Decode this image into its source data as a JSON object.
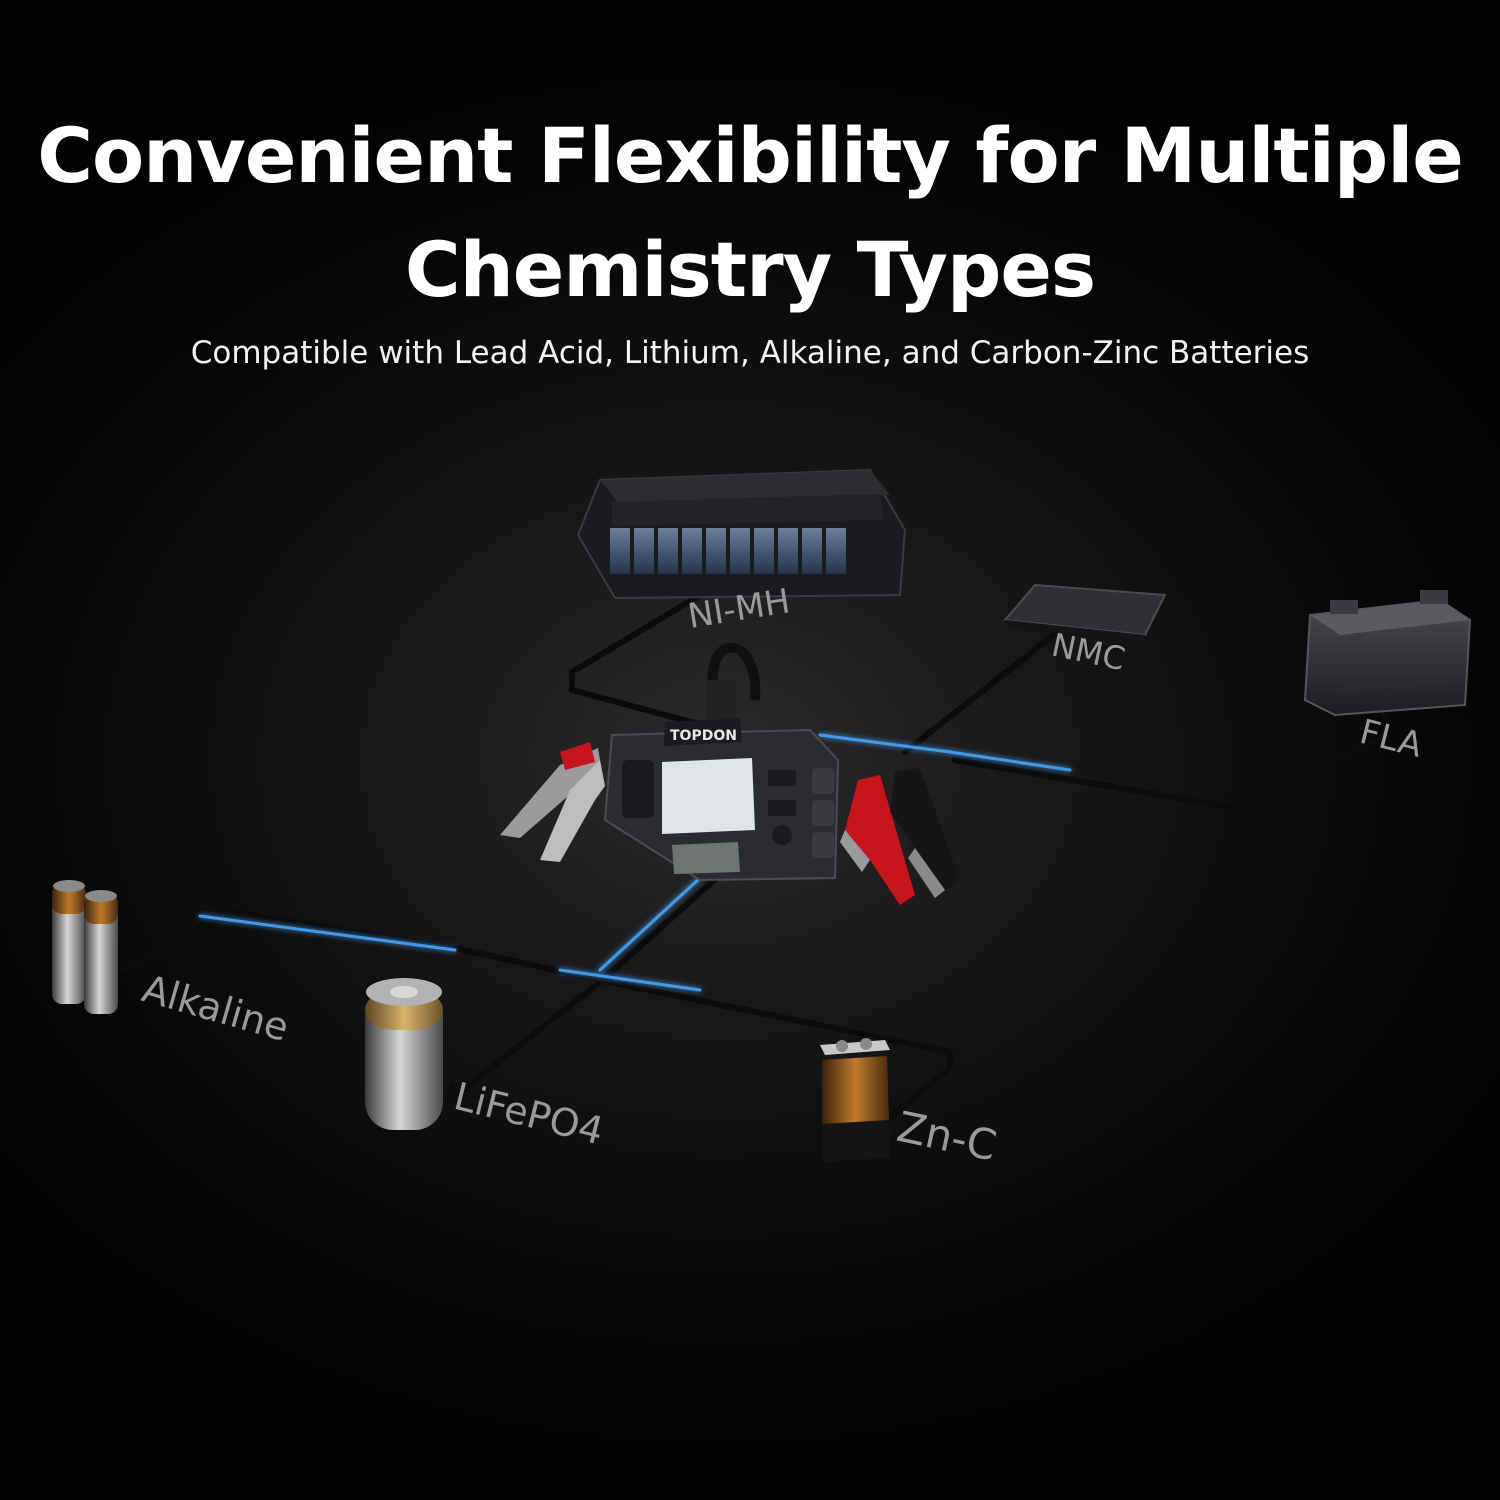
{
  "header": {
    "title_line1": "Convenient Flexibility for Multiple",
    "title_line2": "Chemistry Types",
    "subtitle": "Compatible with Lead Acid, Lithium, Alkaline, and Carbon-Zinc Batteries"
  },
  "device": {
    "brand": "TOPDON"
  },
  "battery_labels": {
    "nimh": "NI-MH",
    "nmc": "NMC",
    "fla": "FLA",
    "alkaline": "Alkaline",
    "lifepo4": "LiFePO4",
    "znc": "Zn-C"
  },
  "colors": {
    "background": "#0a0a0a",
    "title_text": "#ffffff",
    "cable_glow": "#4aa8ff",
    "label_text": "#9a9a9c",
    "clamp_red": "#c8141c",
    "device_body": "#2a2c30"
  }
}
